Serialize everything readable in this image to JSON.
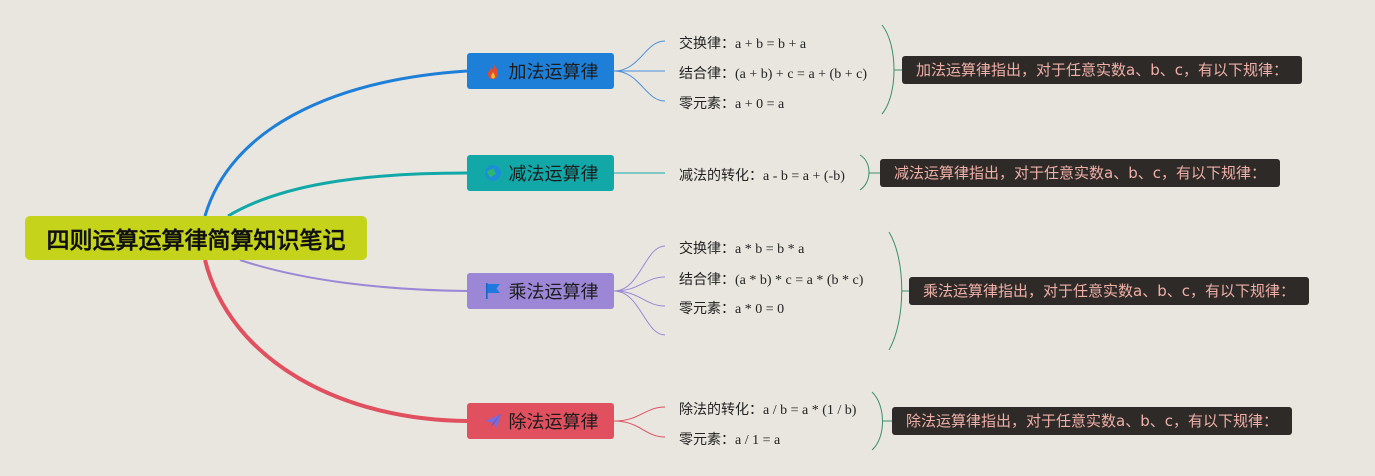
{
  "root": {
    "title": "四则运算运算律简算知识笔记"
  },
  "colors": {
    "background": "#e9e6df",
    "root": "#c5d41b",
    "add": "#1e7fd8",
    "sub": "#13a8a8",
    "mul": "#9b87d6",
    "div": "#e0505f",
    "note_bg": "#2e2a28",
    "note_text": "#f0b0a8"
  },
  "branches": [
    {
      "label": "加法运算律",
      "icon": "fire-icon",
      "items": [
        {
          "key": "交换律：",
          "value": "a + b = b + a"
        },
        {
          "key": "结合律：",
          "value": "(a + b) + c = a + (b + c)"
        },
        {
          "key": "零元素：",
          "value": "a + 0 = a"
        }
      ],
      "note": "加法运算律指出，对于任意实数a、b、c，有以下规律："
    },
    {
      "label": "减法运算律",
      "icon": "globe-icon",
      "items": [
        {
          "key": "减法的转化：",
          "value": "a - b = a + (-b)"
        }
      ],
      "note": "减法运算律指出，对于任意实数a、b、c，有以下规律："
    },
    {
      "label": "乘法运算律",
      "icon": "flag-icon",
      "items": [
        {
          "key": "交换律：",
          "value": "a * b = b * a"
        },
        {
          "key": "结合律：",
          "value": "(a * b) * c = a * (b * c)"
        },
        {
          "key": "零元素：",
          "value": "a * 0 = 0"
        }
      ],
      "note": "乘法运算律指出，对于任意实数a、b、c，有以下规律："
    },
    {
      "label": "除法运算律",
      "icon": "paper-plane-icon",
      "items": [
        {
          "key": "除法的转化：",
          "value": "a / b = a * (1 / b)"
        },
        {
          "key": "零元素：",
          "value": "a / 1 = a"
        }
      ],
      "note": "除法运算律指出，对于任意实数a、b、c，有以下规律："
    }
  ]
}
